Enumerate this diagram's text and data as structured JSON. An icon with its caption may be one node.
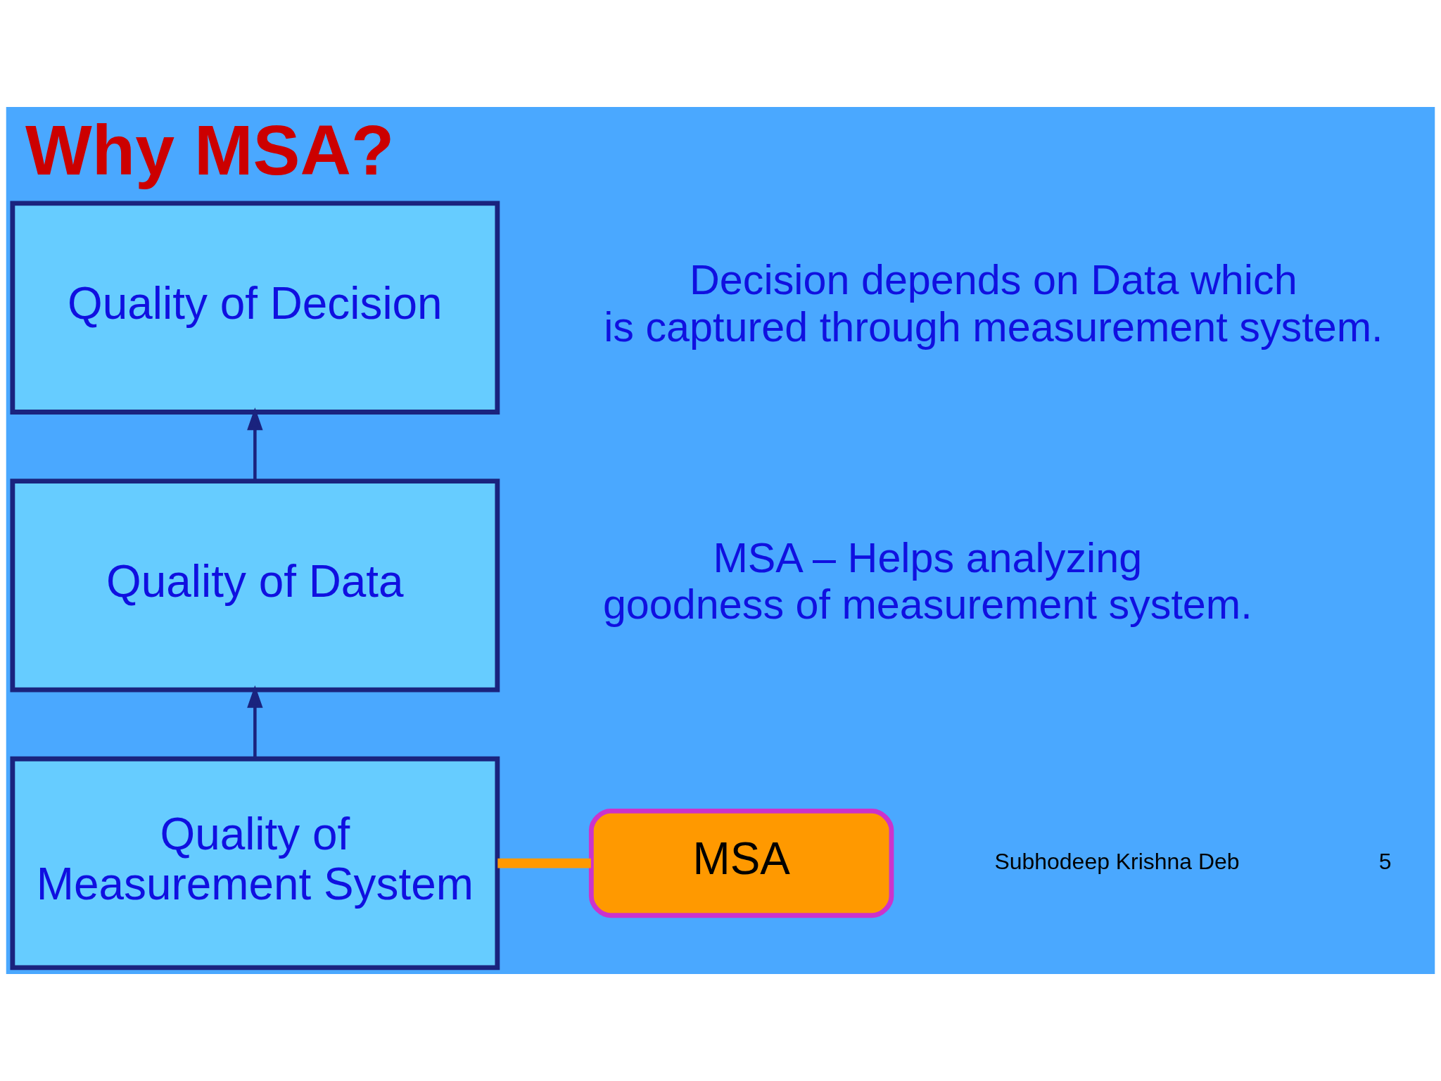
{
  "diagram": {
    "title": "Why MSA?",
    "nodes": [
      {
        "text": [
          "Quality of Decision"
        ]
      },
      {
        "text": [
          "Quality of Data"
        ]
      },
      {
        "text": [
          "Quality of Measurement System"
        ]
      },
      {
        "text": [
          "MSA"
        ]
      }
    ],
    "edges": [
      {
        "from": 2,
        "to": 1,
        "arrow": "to"
      },
      {
        "from": 1,
        "to": 0,
        "arrow": "to"
      },
      {
        "from": 3,
        "to": 2,
        "arrow": "none",
        "style": "thick",
        "color": "#ff9900"
      }
    ],
    "labels": [
      "Decision depends on Data which is captured through measurement system.",
      "MSA – Helps analyzing goodness of measurement system.",
      "Subhodeep Krishna Deb",
      "5"
    ]
  }
}
